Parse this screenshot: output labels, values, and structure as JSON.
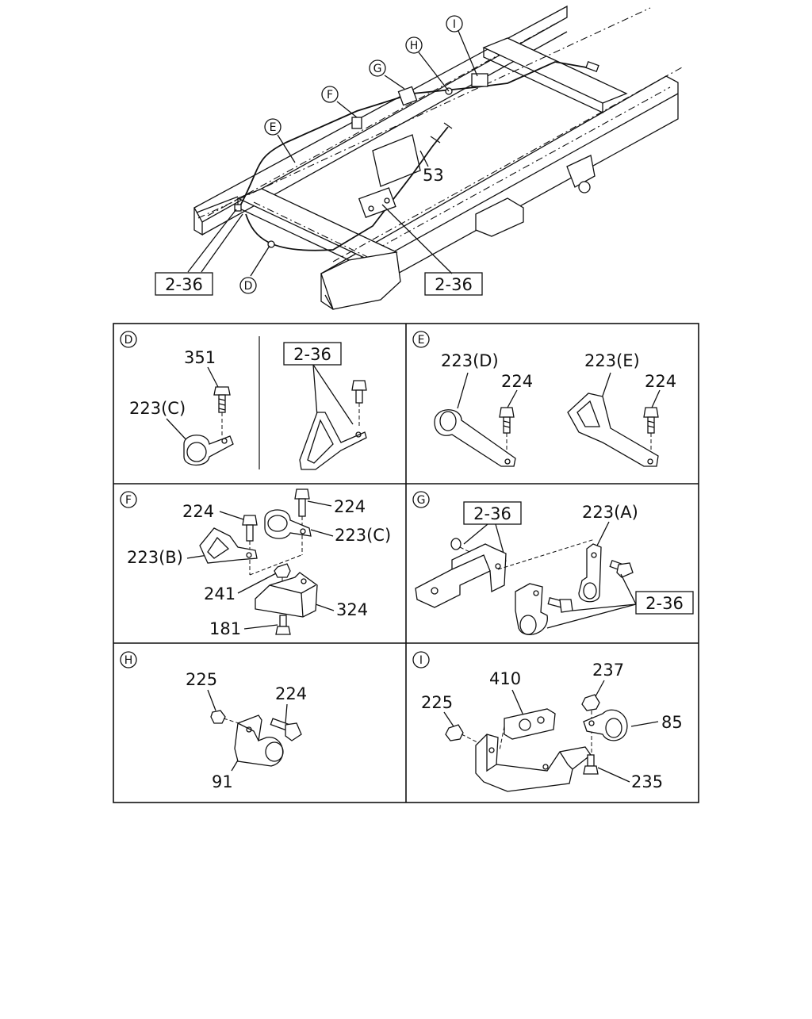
{
  "callouts": {
    "D": "D",
    "E": "E",
    "F": "F",
    "G": "G",
    "H": "H",
    "I": "I"
  },
  "refs": {
    "ref_2_36": "2-36"
  },
  "labels": {
    "p53": "53",
    "p351": "351",
    "p223C": "223(C)",
    "p223D": "223(D)",
    "p223E": "223(E)",
    "p224": "224",
    "p223B": "223(B)",
    "p241": "241",
    "p324": "324",
    "p181": "181",
    "p223A": "223(A)",
    "p225": "225",
    "p91": "91",
    "p410": "410",
    "p237": "237",
    "p85": "85",
    "p235": "235"
  }
}
